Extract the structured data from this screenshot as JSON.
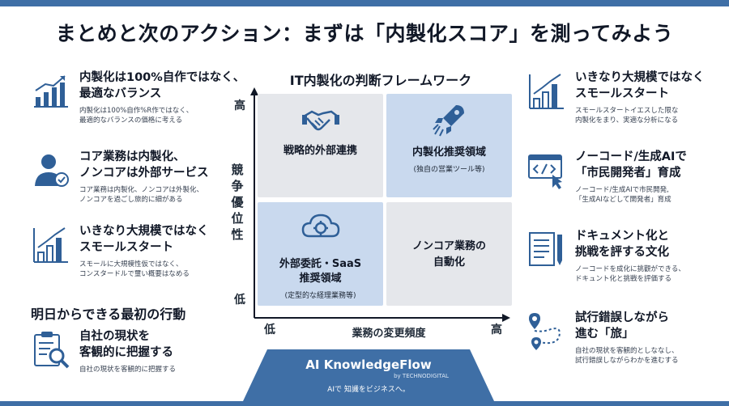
{
  "title": "まとめと次のアクション：まずは「内製化スコア」を測ってみよう",
  "left_items": [
    {
      "heading_1": "内製化は100%自作ではなく、",
      "heading_2": "最適なバランス",
      "desc_1": "内製化は100%自作%R作ではなく、",
      "desc_2": "最適的なバランスの価格に考える",
      "icon": "growth-chart-icon"
    },
    {
      "heading_1": "コア業務は内製化、",
      "heading_2": "ノンコアは外部サービス",
      "desc_1": "コア業務は内製化、ノンコアは外製化、",
      "desc_2": "ノンコアを過ごし旅的に細がある",
      "icon": "person-check-icon"
    },
    {
      "heading_1": "いきなり大規模ではなく",
      "heading_2": "スモールスタート",
      "desc_1": "スモールに大規模性仮ではなく、",
      "desc_2": "コンスタードルで壐い概要はなめる",
      "icon": "bar-chart-icon"
    }
  ],
  "section_heading": "明日からできる最初の行動",
  "action_item": {
    "heading_1": "自社の現状を",
    "heading_2": "客観的に把握する",
    "desc": "自社の現状を客観的に把握する",
    "icon": "clipboard-search-icon"
  },
  "framework": {
    "title": "IT内製化の判断フレームワーク",
    "y_high": "高",
    "y_low": "低",
    "y_label": [
      "競",
      "争",
      "優",
      "位",
      "性"
    ],
    "x_low": "低",
    "x_high": "高",
    "x_label": "業務の変更頻度",
    "quadrants": {
      "top_left": {
        "label": "戦略的外部連携",
        "icon": "handshake-icon"
      },
      "top_right": {
        "label": "内製化推奨領域",
        "sub": "(独自の営業ツール等)",
        "icon": "rocket-gear-icon"
      },
      "bottom_left": {
        "label_1": "外部委託・SaaS",
        "label_2": "推奨領域",
        "sub": "(定型的な経理業務等)",
        "icon": "cloud-gear-icon"
      },
      "bottom_right": {
        "label_1": "ノンコア業務の",
        "label_2": "自動化"
      }
    }
  },
  "right_items": [
    {
      "heading_1": "いきなり大規模ではなく",
      "heading_2": "スモールスタート",
      "desc_1": "スモールスタートイエスした限な",
      "desc_2": "内製化をまり、実適な分析になる",
      "icon": "bar-chart-icon"
    },
    {
      "heading_1": "ノーコード/生成AIで",
      "heading_2": "「市民開発者」育成",
      "desc_1": "ノーコード/生成AIで市民開発,",
      "desc_2": "「生成AIなどして開発者」育成",
      "icon": "code-click-icon"
    },
    {
      "heading_1": "ドキュメント化と",
      "heading_2": "挑戦を評する文化",
      "desc_1": "ノーコードを成化に挑觀ができる、",
      "desc_2": "ドキュント化と挑戦を評価する",
      "icon": "document-pen-icon"
    },
    {
      "heading_1": "試行錯誤しながら",
      "heading_2": "進む「旅」",
      "desc_1": "自社の現状を客観的としななし、",
      "desc_2": "試行錯誤しながらわかを進むする",
      "icon": "map-path-icon"
    }
  ],
  "brand": {
    "name": "AI KnowledgeFlow",
    "by": "by TECHNODIGITAL",
    "tagline": "AIで 知識をビジネスへ。"
  },
  "colors": {
    "accent": "#3f6fa6",
    "light_blue": "#c9d9ee",
    "light_gray": "#e5e7eb",
    "icon": "#2f5f97"
  }
}
